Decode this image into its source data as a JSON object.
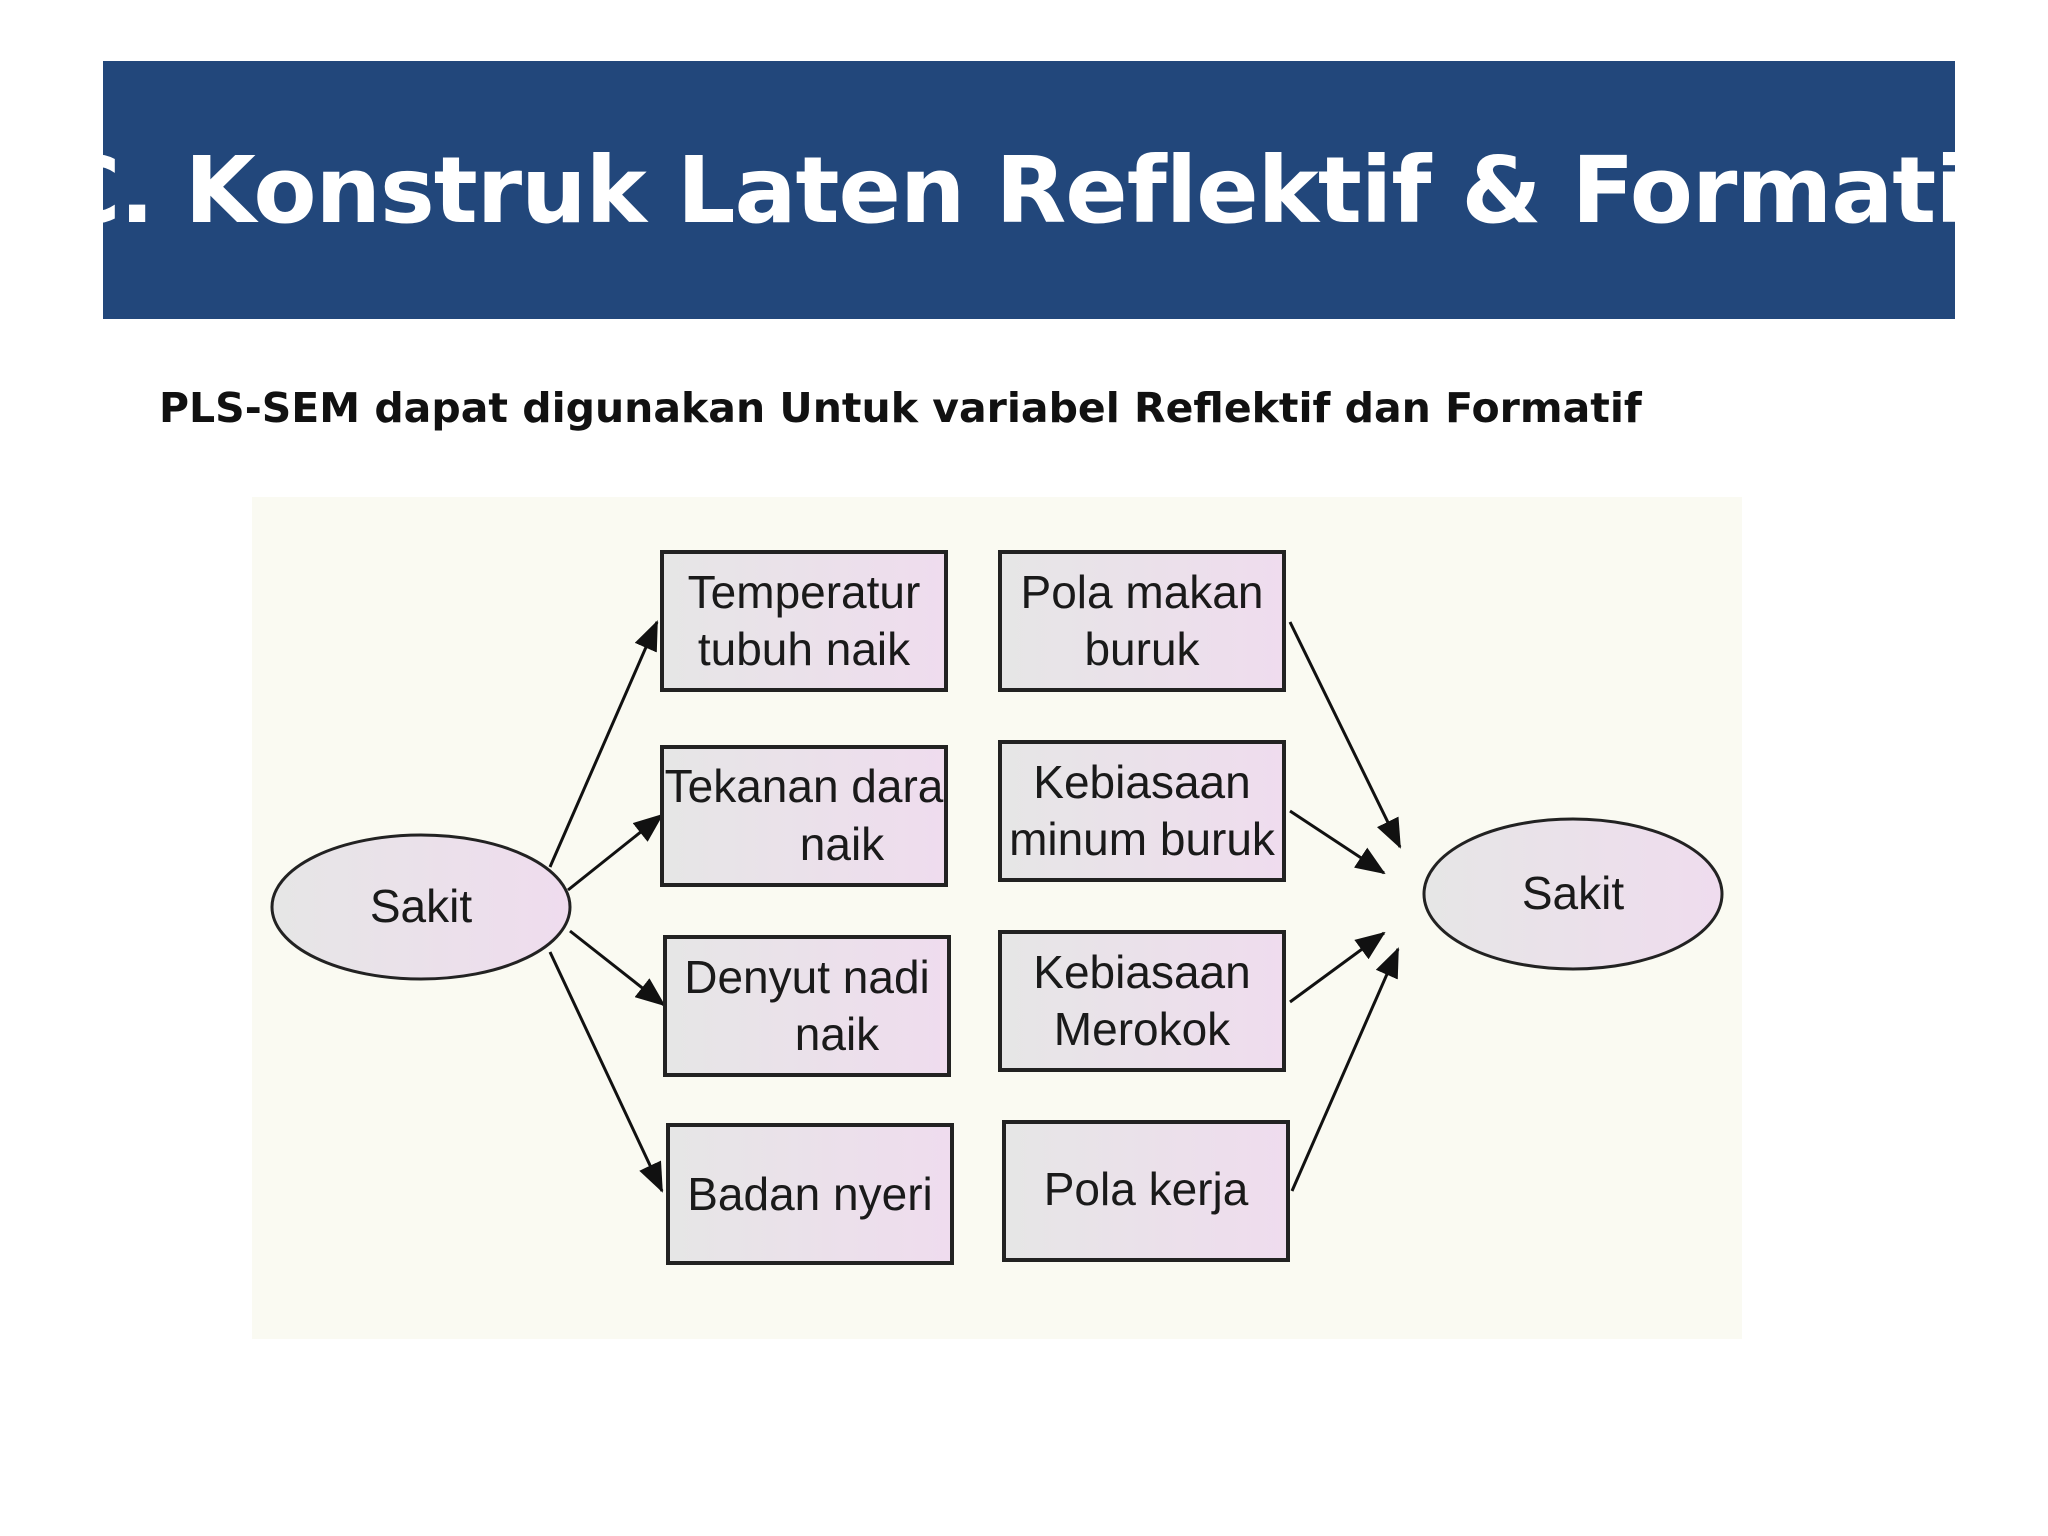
{
  "slide": {
    "title": "C. Konstruk Laten Reflektif & Formatif",
    "subtitle": "PLS-SEM dapat digunakan Untuk variabel Reflektif dan Formatif"
  },
  "diagram": {
    "colors": {
      "title_bg": "#22477b",
      "node_fill": "#ecdcec",
      "node_stroke": "#222222",
      "panel_bg": "#fafaf2"
    },
    "reflective_construct": {
      "label": "Sakit",
      "indicators": [
        {
          "line1": "Temperatur",
          "line2": "tubuh naik"
        },
        {
          "line1": "Tekanan dara",
          "line2": "naik"
        },
        {
          "line1": "Denyut nadi",
          "line2": "naik"
        },
        {
          "line1": "Badan nyeri",
          "line2": ""
        }
      ]
    },
    "formative_construct": {
      "label": "Sakit",
      "indicators": [
        {
          "line1": "Pola makan",
          "line2": "buruk"
        },
        {
          "line1": "Kebiasaan",
          "line2": "minum buruk"
        },
        {
          "line1": "Kebiasaan",
          "line2": "Merokok"
        },
        {
          "line1": "Pola kerja",
          "line2": ""
        }
      ]
    }
  }
}
